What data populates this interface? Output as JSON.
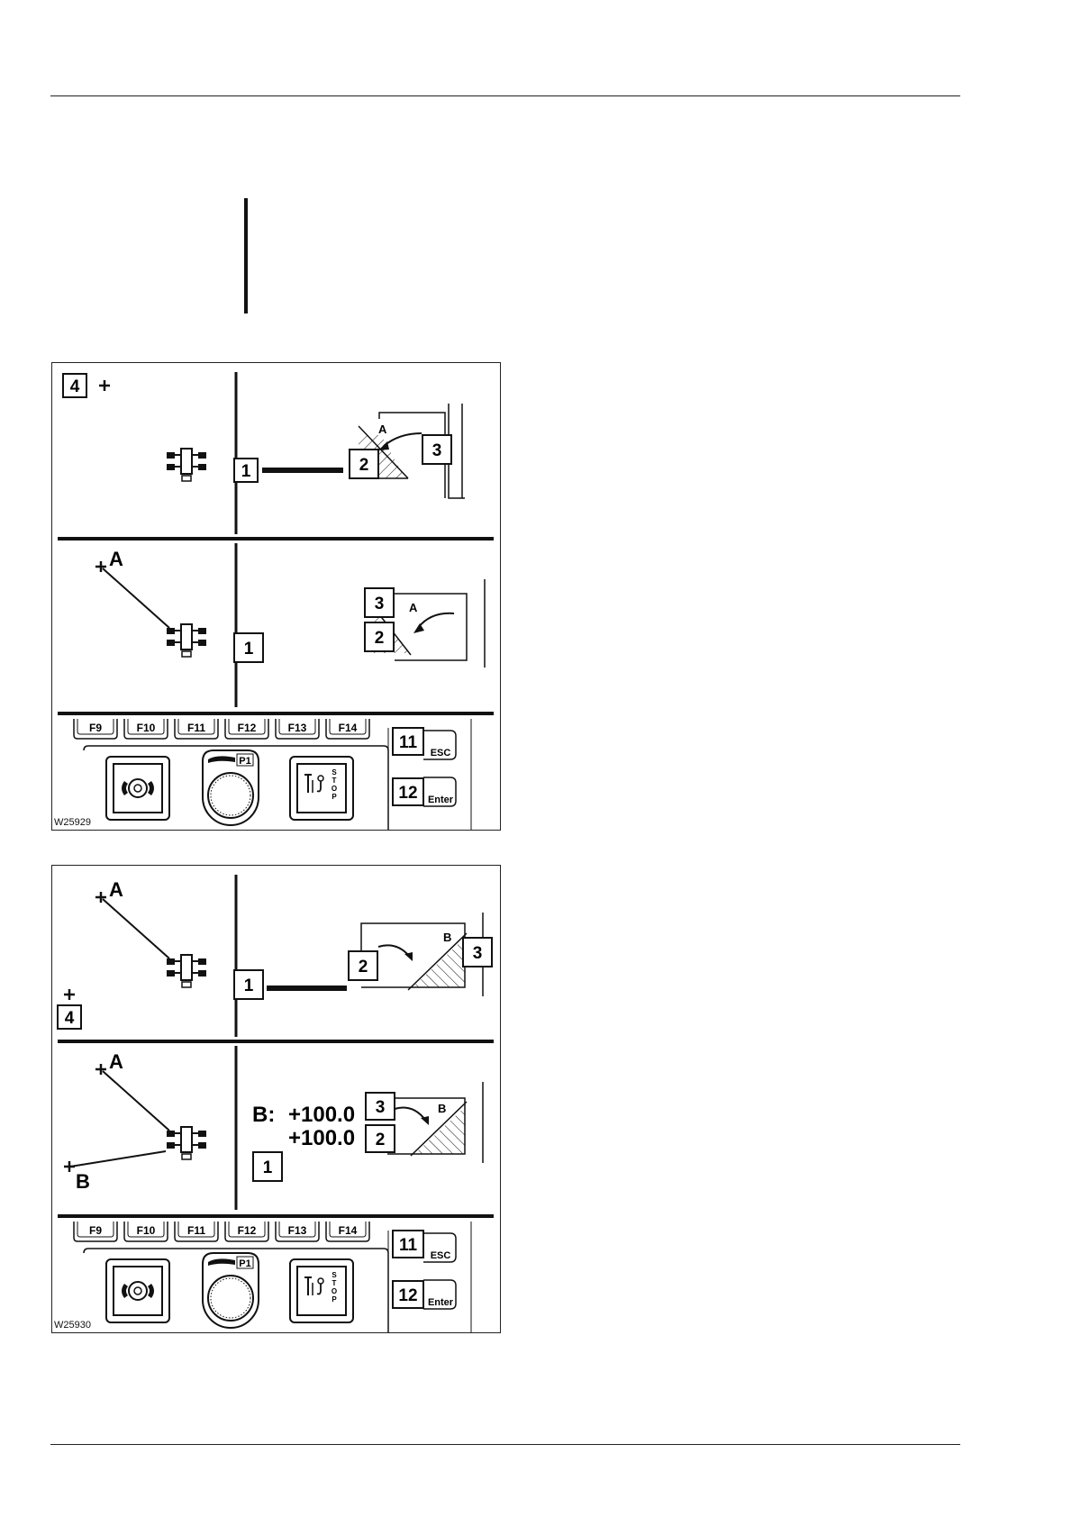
{
  "figures": [
    {
      "code": "W25929",
      "top_panel": {
        "marker": "4",
        "callouts": [
          "1",
          "2",
          "3"
        ],
        "point": "A"
      },
      "mid_panel": {
        "point": "A",
        "callouts": [
          "1",
          "2",
          "3"
        ],
        "angle_label": "A"
      },
      "keys": {
        "fkeys": [
          "F9",
          "F10",
          "F11",
          "F12",
          "F13",
          "F14"
        ],
        "p1": "P1",
        "esc_num": "11",
        "esc": "ESC",
        "enter_num": "12",
        "enter": "Enter",
        "stop": "STOP"
      }
    },
    {
      "code": "W25930",
      "top_panel": {
        "marker": "4",
        "callouts": [
          "1",
          "2",
          "3"
        ],
        "point": "A",
        "angle_label": "B"
      },
      "mid_panel": {
        "point_a": "A",
        "point_b": "B",
        "b_label": "B:",
        "value_1": "+100.0",
        "value_2": "+100.0",
        "callouts": [
          "1",
          "2",
          "3"
        ],
        "angle_label": "B"
      },
      "keys": {
        "fkeys": [
          "F9",
          "F10",
          "F11",
          "F12",
          "F13",
          "F14"
        ],
        "p1": "P1",
        "esc_num": "11",
        "esc": "ESC",
        "enter_num": "12",
        "enter": "Enter",
        "stop": "STOP"
      }
    }
  ]
}
